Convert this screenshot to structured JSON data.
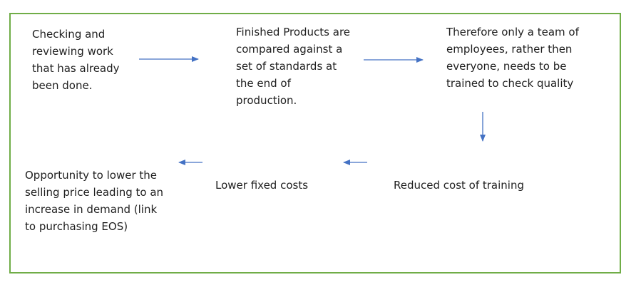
{
  "diagram": {
    "frame_color": "#70ad47",
    "arrow_color": "#4472c4",
    "nodes": [
      {
        "id": "n1",
        "text": "Checking and\nreviewing work\nthat has already\nbeen done."
      },
      {
        "id": "n2",
        "text": "Finished Products are\ncompared against a\nset of standards at\nthe end of\nproduction."
      },
      {
        "id": "n3",
        "text": "Therefore only a team of\nemployees, rather then\neveryone, needs to be\ntrained to check quality"
      },
      {
        "id": "n4",
        "text": "Reduced cost of training"
      },
      {
        "id": "n5",
        "text": "Lower fixed costs"
      },
      {
        "id": "n6",
        "text": "Opportunity to lower the\nselling price leading to an\nincrease in demand (link\nto purchasing EOS)"
      }
    ],
    "edges": [
      {
        "from": "n1",
        "to": "n2",
        "direction": "right"
      },
      {
        "from": "n2",
        "to": "n3",
        "direction": "right"
      },
      {
        "from": "n3",
        "to": "n4",
        "direction": "down"
      },
      {
        "from": "n4",
        "to": "n5",
        "direction": "left"
      },
      {
        "from": "n5",
        "to": "n6",
        "direction": "left"
      }
    ]
  }
}
